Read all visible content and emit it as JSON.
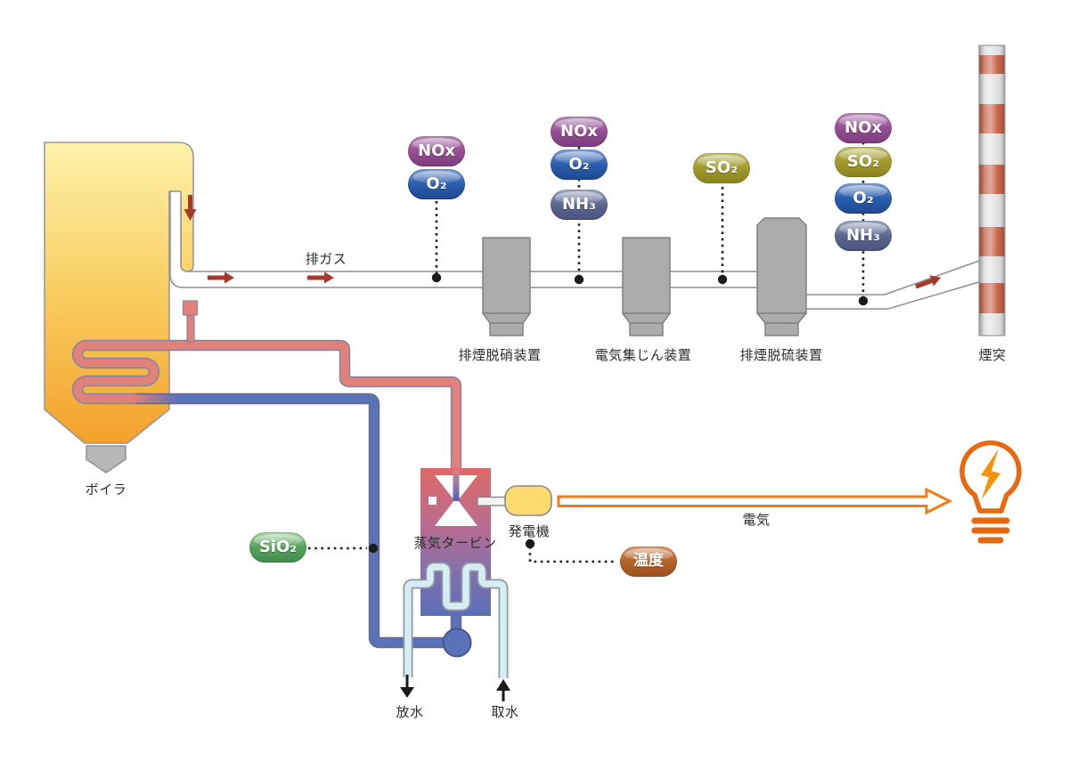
{
  "labels": {
    "boiler": "ボイラ",
    "flue_gas": "排ガス",
    "stack": "煙突",
    "turbine": "蒸気タービン",
    "generator": "発電機",
    "electricity": "電気",
    "discharge": "放水",
    "intake": "取水"
  },
  "devices": [
    {
      "label": "排煙脱硝装置"
    },
    {
      "label": "電気集じん装置"
    },
    {
      "label": "排煙脱硫装置"
    }
  ],
  "badges": {
    "before_denitration": [
      "NOx",
      "O₂"
    ],
    "before_precipitator": [
      "NOx",
      "O₂",
      "NH₃"
    ],
    "before_desulfurization": [
      "SO₂"
    ],
    "before_stack": [
      "NOx",
      "SO₂",
      "O₂",
      "NH₃"
    ],
    "feedwater": [
      "SiO₂"
    ],
    "generator_sensor": [
      "温度"
    ]
  },
  "colors": {
    "nox_badge": "#964f94",
    "o2_badge": "#2c5fae",
    "nh3_badge": "#5d6991",
    "so2_badge": "#a29b2e",
    "sio2_badge": "#58a35e",
    "temperature_badge": "#b4632a",
    "boiler_top": "#fdf3ab",
    "boiler_bottom": "#f4a02a",
    "steam_pipe": "#e2807a",
    "water_pipe": "#5873ba",
    "cooling_pipe": "#d6edf6",
    "device_gray": "#acacac",
    "stack_red": "#c4563a",
    "stack_silver": "#dcdcdc",
    "electric_orange": "#ee7d17",
    "bulb_orange": "#e8680f",
    "duct_arrow_red": "#a8382a"
  }
}
